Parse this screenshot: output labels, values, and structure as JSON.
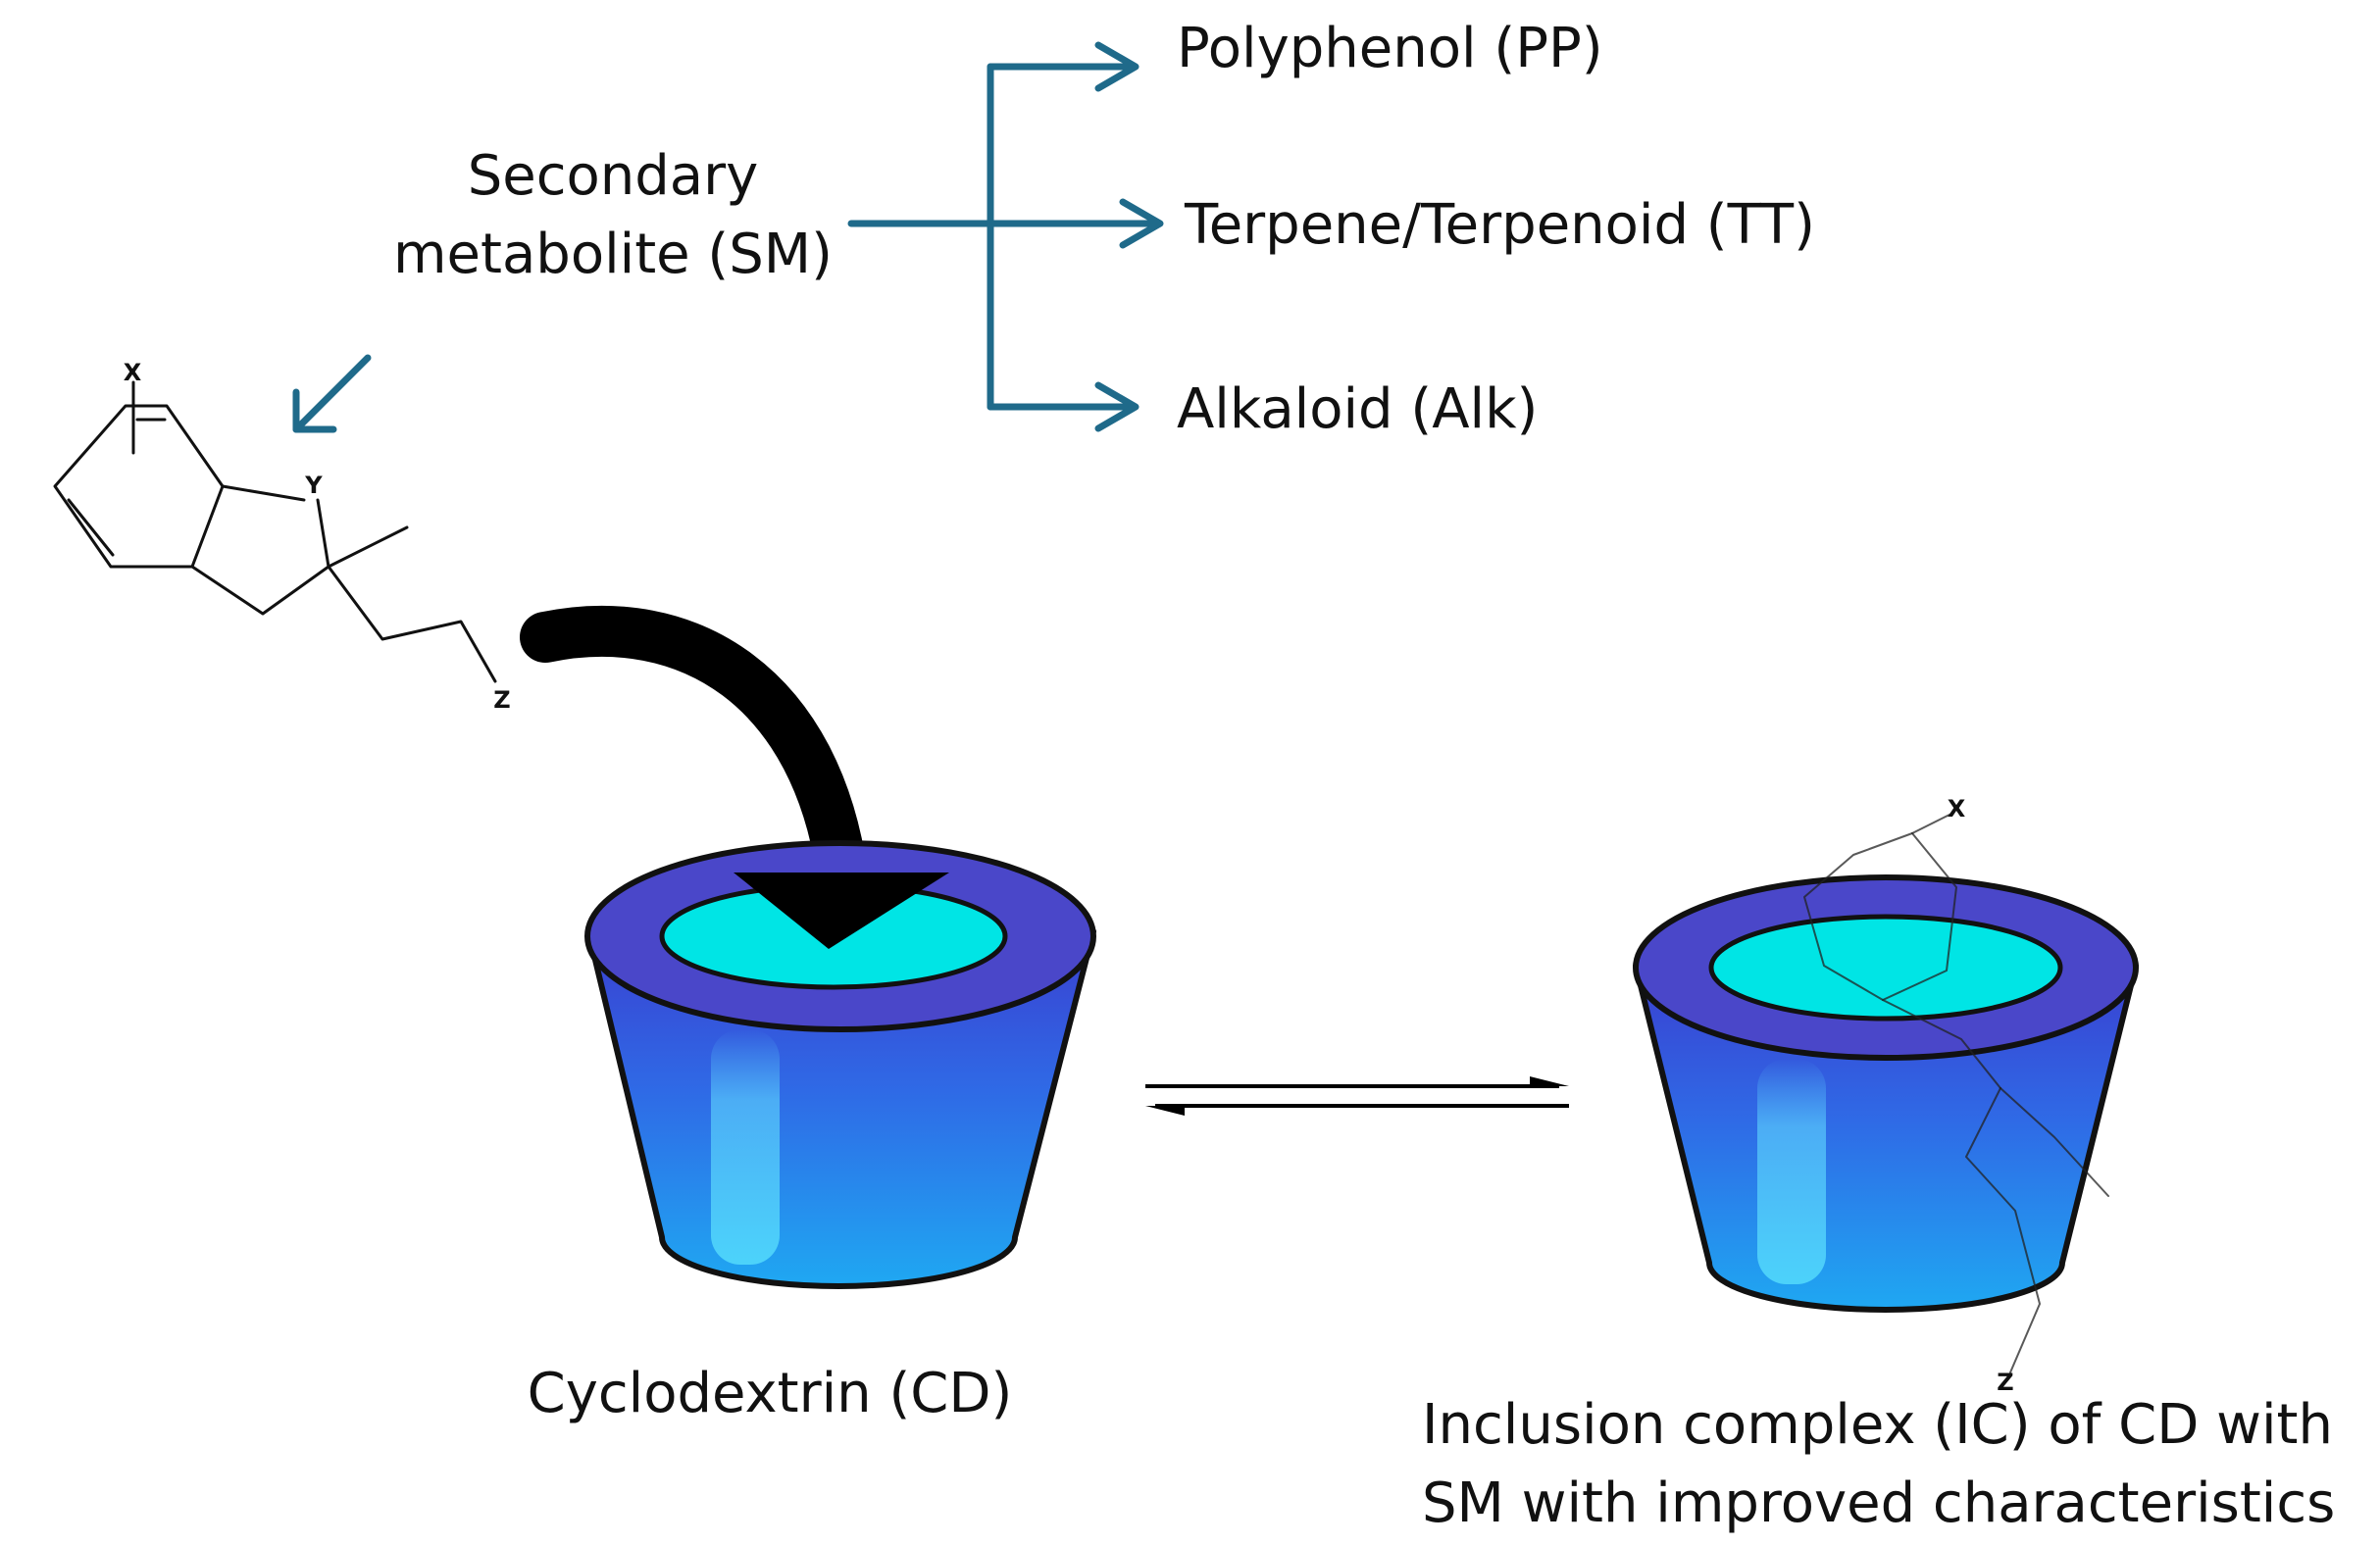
{
  "classification": {
    "label_lines": [
      "Secondary",
      "metabolite (SM)"
    ],
    "branches": [
      {
        "label": "Polyphenol (PP)"
      },
      {
        "label": "Terpene/Terpenoid (TT)"
      },
      {
        "label": "Alkaloid (Alk)"
      }
    ]
  },
  "molecule": {
    "substituent_x": "X",
    "heteroatom_y": "Y",
    "substituent_z": "Z"
  },
  "host": {
    "label": "Cyclodextrin (CD)"
  },
  "complex": {
    "label_lines": [
      "Inclusion complex (IC) of CD with",
      "SM with improved characteristics"
    ]
  },
  "colors": {
    "arrow_teal": "#1f6a8a",
    "cd_rim": "#4a47c9",
    "cd_cavity": "#00e5e5",
    "cd_body_top": "#3a48d6",
    "cd_body_bottom": "#1fa4f0",
    "outline": "#111111"
  }
}
